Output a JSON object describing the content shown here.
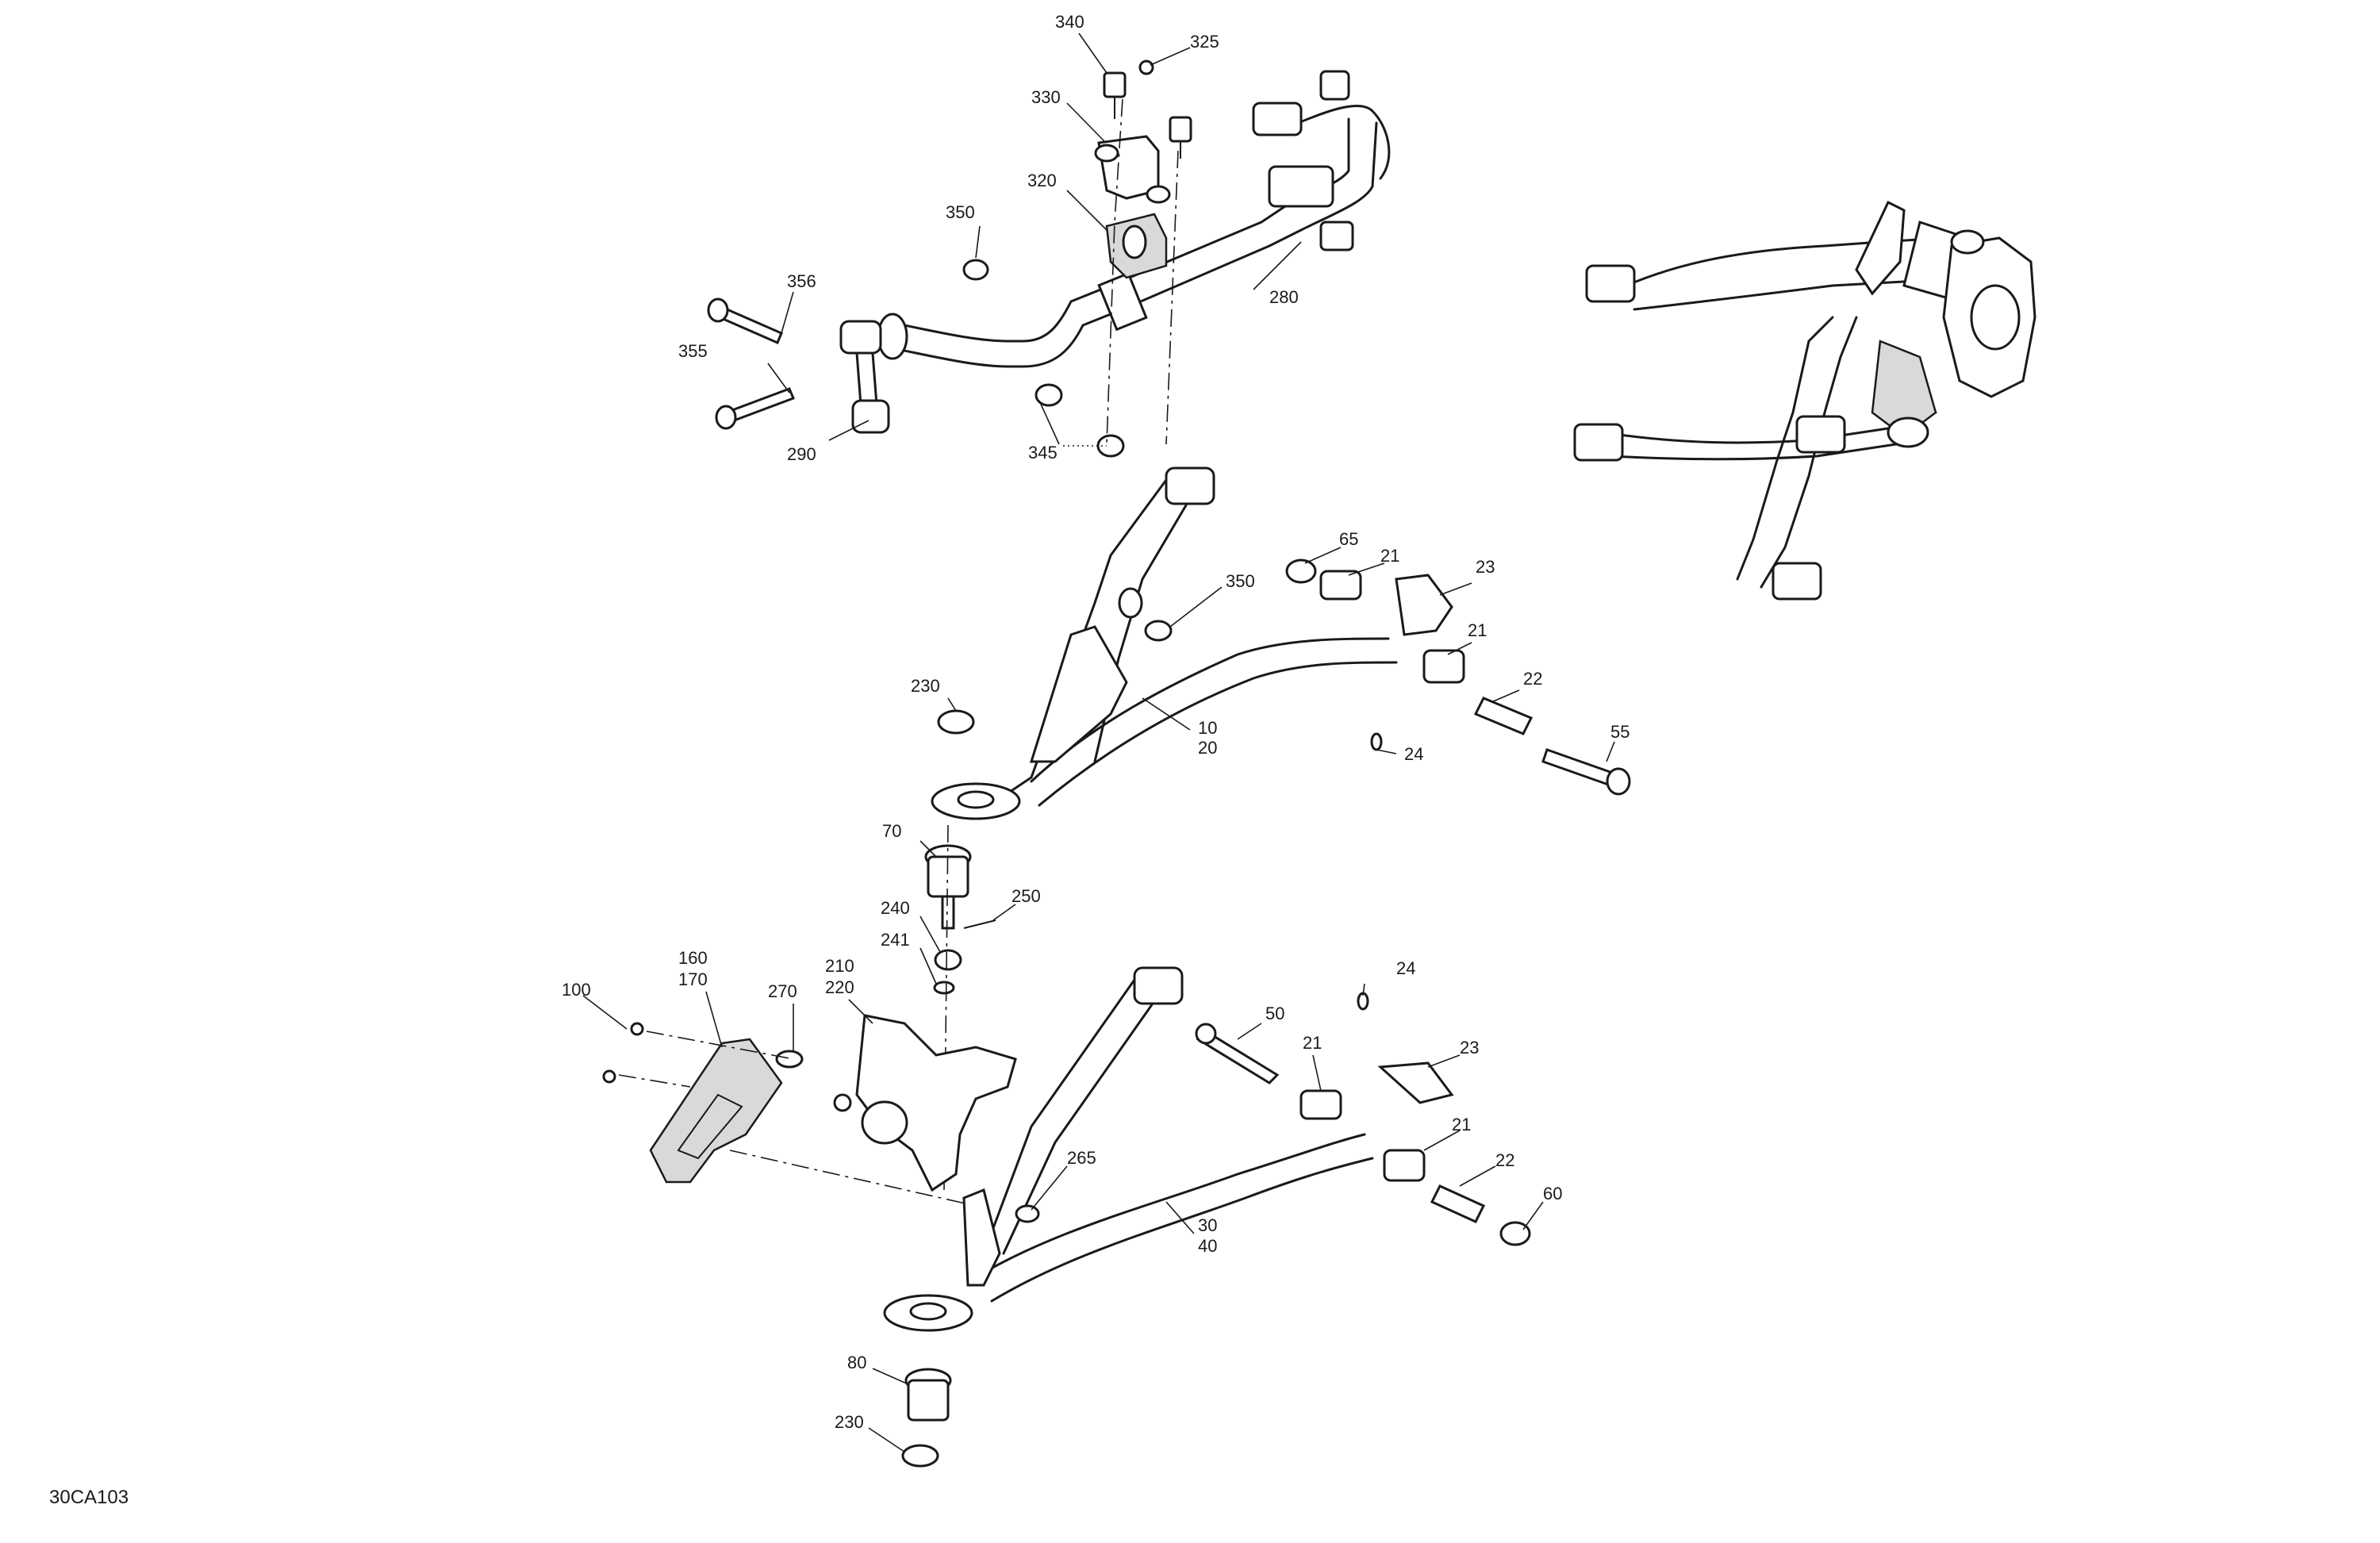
{
  "figure_id": "30CA103",
  "callouts": [
    {
      "id": "c340",
      "text": "340"
    },
    {
      "id": "c325",
      "text": "325"
    },
    {
      "id": "c330",
      "text": "330"
    },
    {
      "id": "c320",
      "text": "320"
    },
    {
      "id": "c350a",
      "text": "350"
    },
    {
      "id": "c356",
      "text": "356"
    },
    {
      "id": "c355",
      "text": "355"
    },
    {
      "id": "c280",
      "text": "280"
    },
    {
      "id": "c290",
      "text": "290"
    },
    {
      "id": "c345",
      "text": "345"
    },
    {
      "id": "c65",
      "text": "65"
    },
    {
      "id": "c21a",
      "text": "21"
    },
    {
      "id": "c23a",
      "text": "23"
    },
    {
      "id": "c350b",
      "text": "350"
    },
    {
      "id": "c21b",
      "text": "21"
    },
    {
      "id": "c22a",
      "text": "22"
    },
    {
      "id": "c230a",
      "text": "230"
    },
    {
      "id": "c10",
      "text": "10"
    },
    {
      "id": "c20",
      "text": "20"
    },
    {
      "id": "c24a",
      "text": "24"
    },
    {
      "id": "c55",
      "text": "55"
    },
    {
      "id": "c70",
      "text": "70"
    },
    {
      "id": "c250",
      "text": "250"
    },
    {
      "id": "c240",
      "text": "240"
    },
    {
      "id": "c241",
      "text": "241"
    },
    {
      "id": "c210",
      "text": "210"
    },
    {
      "id": "c220",
      "text": "220"
    },
    {
      "id": "c160",
      "text": "160"
    },
    {
      "id": "c170",
      "text": "170"
    },
    {
      "id": "c100",
      "text": "100"
    },
    {
      "id": "c270",
      "text": "270"
    },
    {
      "id": "c24b",
      "text": "24"
    },
    {
      "id": "c50",
      "text": "50"
    },
    {
      "id": "c21c",
      "text": "21"
    },
    {
      "id": "c23b",
      "text": "23"
    },
    {
      "id": "c21d",
      "text": "21"
    },
    {
      "id": "c22b",
      "text": "22"
    },
    {
      "id": "c265",
      "text": "265"
    },
    {
      "id": "c60",
      "text": "60"
    },
    {
      "id": "c30",
      "text": "30"
    },
    {
      "id": "c40",
      "text": "40"
    },
    {
      "id": "c80",
      "text": "80"
    },
    {
      "id": "c230b",
      "text": "230"
    }
  ]
}
